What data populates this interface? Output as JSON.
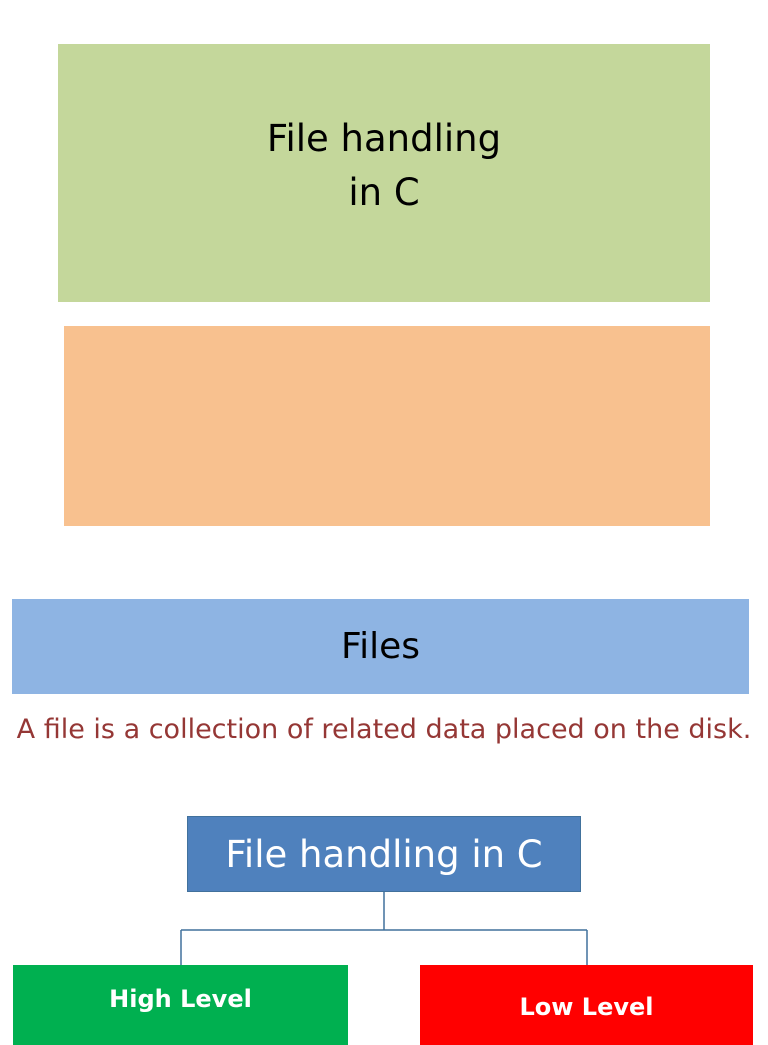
{
  "slide1": {
    "title": "File handling\nin C"
  },
  "slide2": {
    "heading": "Files",
    "definition": "A file is a collection of related data placed on the disk."
  },
  "tree": {
    "root": "File handling in C",
    "children": [
      "High Level",
      "Low Level"
    ]
  },
  "colors": {
    "title_box": "#c4d79b",
    "orange_box": "#f8c18f",
    "files_banner": "#8eb4e3",
    "definition_text": "#953735",
    "root_node": "#4f81bd",
    "high_level": "#00b050",
    "low_level": "#ff0000",
    "connector": "#41719c"
  }
}
